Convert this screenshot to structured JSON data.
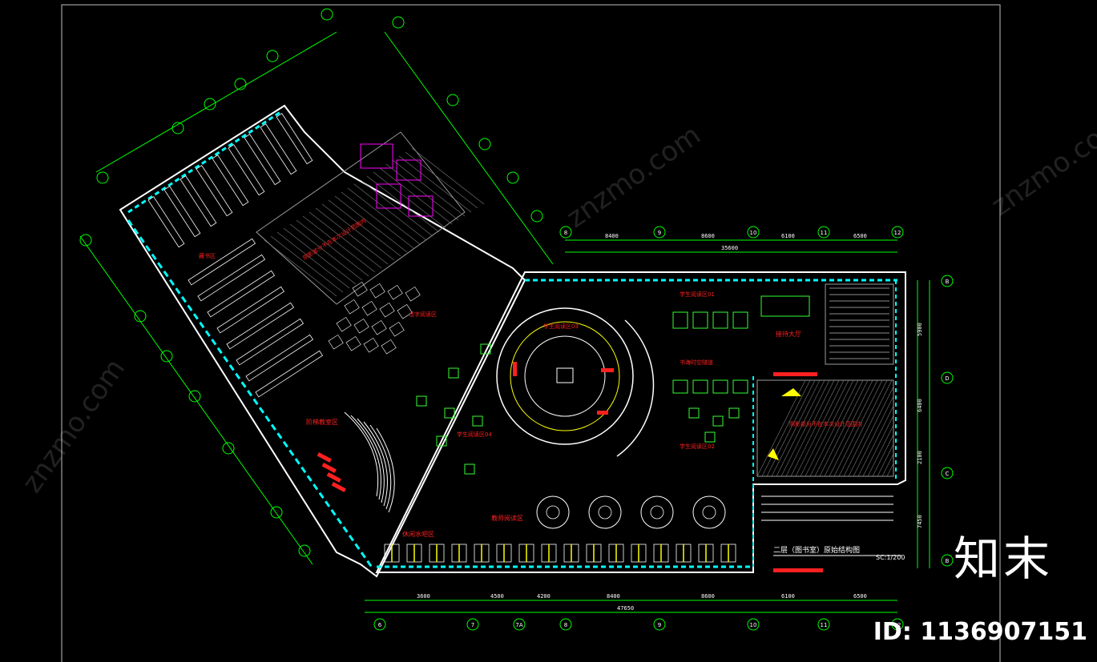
{
  "drawing": {
    "title": "二层（图书室）原始结构图",
    "scale": "SC:1/200"
  },
  "rooms": [
    {
      "id": "r-shuku",
      "label": "藏书区"
    },
    {
      "id": "r-zhuhuan",
      "label": "活字阅读区"
    },
    {
      "id": "r-huizhi",
      "label": "学生阅读区03"
    },
    {
      "id": "r-xuesheng01",
      "label": "学生阅读区01"
    },
    {
      "id": "r-jiedai",
      "label": "接待大厅"
    },
    {
      "id": "r-corridor",
      "label": "书海时空隧道"
    },
    {
      "id": "r-xuesheng02",
      "label": "学生阅读区02"
    },
    {
      "id": "r-xuesheng04",
      "label": "学生阅读区04"
    },
    {
      "id": "r-jiaoshi",
      "label": "教师阅读区"
    },
    {
      "id": "r-xiuxian",
      "label": "休闲水吧区"
    },
    {
      "id": "r-ketang",
      "label": "阶梯教室区"
    },
    {
      "id": "r-outside1",
      "label": "阴影部分不在本次设计范围内"
    },
    {
      "id": "r-outside2",
      "label": "阴影部分不在本次设计范围内"
    }
  ],
  "dimensions_top": [
    "8400",
    "8600",
    "6100",
    "6500"
  ],
  "dimensions_top_total": "35600",
  "dimensions_bottom": [
    "3600",
    "4500",
    "4200",
    "8400",
    "8600",
    "6100",
    "6500"
  ],
  "dimensions_bottom_total": "47650",
  "dimensions_right": [
    "5900",
    "6400",
    "2100",
    "7450"
  ],
  "grid_top": [
    "8",
    "9",
    "10",
    "11",
    "12"
  ],
  "grid_bottom": [
    "6",
    "7",
    "7A",
    "8",
    "9",
    "10",
    "11",
    "12"
  ],
  "grid_right": [
    "B",
    "D",
    "C",
    "B"
  ],
  "watermark_text": "znzmo.com",
  "brand": "知末",
  "id_label": "ID: 1136907151",
  "colors": {
    "wall": "#ffffff",
    "dim": "#00ff00",
    "glass": "#00ffff",
    "red": "#ff2020",
    "yellow": "#ffff00",
    "green": "#33ff33",
    "magenta": "#ff00ff",
    "hatch": "#9a9a9a"
  }
}
